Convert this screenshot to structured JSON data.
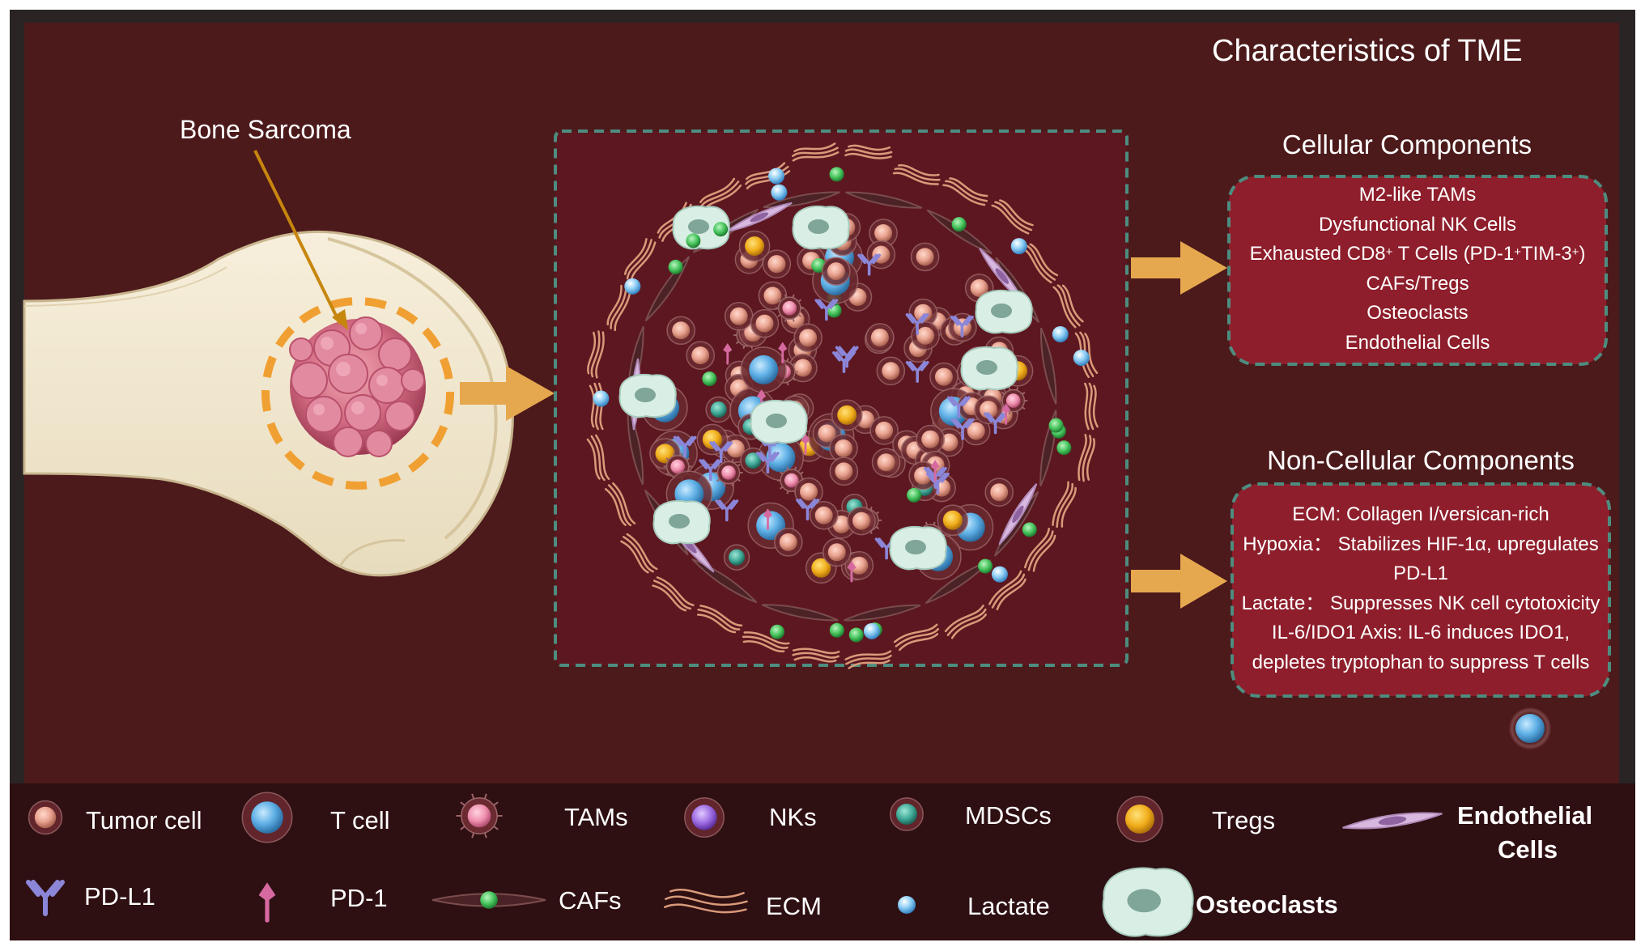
{
  "figure": {
    "title": "Characteristics of TME",
    "tumor_label": "Bone Sarcoma"
  },
  "cellular": {
    "title": "Cellular Components",
    "items": [
      "M2-like TAMs",
      "Dysfunctional NK Cells",
      "Exhausted CD8",
      "CAFs/Tregs",
      "Osteoclasts",
      "Endothelial Cells"
    ],
    "cd8_parts": {
      "prefix": "Exhausted CD8",
      "sup1": "+",
      "mid": " T Cells (PD-1",
      "sup2": "+",
      "mid2": "TIM-3",
      "sup3": "+",
      "suffix": ")"
    }
  },
  "noncellular": {
    "title": "Non-Cellular Components",
    "lines": [
      "ECM: Collagen I/versican-rich",
      "Hypoxia： Stabilizes HIF-1α, upregulates",
      "PD-L1",
      "Lactate： Suppresses NK cell cytotoxicity",
      "IL-6/IDO1 Axis: IL-6 induces IDO1,",
      "depletes tryptophan to suppress T cells"
    ]
  },
  "legend": {
    "row1": [
      {
        "icon": "tumor-cell-icon",
        "label": "Tumor cell"
      },
      {
        "icon": "t-cell-icon",
        "label": "T cell"
      },
      {
        "icon": "tam-icon",
        "label": "TAMs"
      },
      {
        "icon": "nk-cell-icon",
        "label": "NKs"
      },
      {
        "icon": "mdsc-icon",
        "label": "MDSCs"
      },
      {
        "icon": "treg-icon",
        "label": "Tregs"
      },
      {
        "icon": "endothelial-cell-icon",
        "label_line1": "Endothelial",
        "label_line2": "Cells"
      }
    ],
    "row2": [
      {
        "icon": "pd-l1-icon",
        "label": "PD-L1"
      },
      {
        "icon": "pd-1-icon",
        "label": "PD-1"
      },
      {
        "icon": "caf-icon",
        "label": "CAFs"
      },
      {
        "icon": "ecm-icon",
        "label": "ECM"
      },
      {
        "icon": "lactate-icon",
        "label": "Lactate"
      },
      {
        "icon": "osteoclast-icon",
        "label": "Osteoclasts"
      }
    ]
  },
  "colors": {
    "background": "#4c1a1b",
    "panel_border": "#2c2425",
    "legend_bar": "#2e0f12",
    "tme_box": "#5d1720",
    "component_box": "#8e1e2b",
    "dashed_border": "#4d8d80",
    "arrow": "#e6a84e",
    "bone": "#f3e9d2",
    "tumor": "#c7566c"
  }
}
